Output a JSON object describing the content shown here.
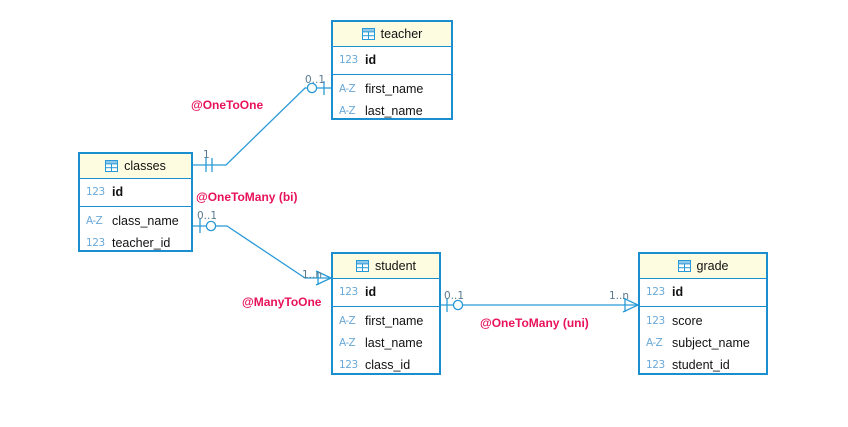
{
  "diagram": {
    "type": "er-diagram",
    "accent_border": "#1a8fd0",
    "header_fill": "#fdfbe0",
    "relation_label_color": "#e8125a",
    "cardinality_color": "#5a7a90",
    "type_glyph_color": "#6aa9d8",
    "background": "#ffffff"
  },
  "entities": [
    {
      "name": "teacher",
      "icon": "table-icon",
      "primary_keys": [
        {
          "type_glyph": "123",
          "type": "numeric",
          "name": "id"
        }
      ],
      "fields": [
        {
          "type_glyph": "A-Z",
          "type": "string",
          "name": "first_name"
        },
        {
          "type_glyph": "A-Z",
          "type": "string",
          "name": "last_name"
        }
      ]
    },
    {
      "name": "classes",
      "icon": "table-icon",
      "primary_keys": [
        {
          "type_glyph": "123",
          "type": "numeric",
          "name": "id"
        }
      ],
      "fields": [
        {
          "type_glyph": "A-Z",
          "type": "string",
          "name": "class_name"
        },
        {
          "type_glyph": "123",
          "type": "numeric",
          "name": "teacher_id"
        }
      ]
    },
    {
      "name": "student",
      "icon": "table-icon",
      "primary_keys": [
        {
          "type_glyph": "123",
          "type": "numeric",
          "name": "id"
        }
      ],
      "fields": [
        {
          "type_glyph": "A-Z",
          "type": "string",
          "name": "first_name"
        },
        {
          "type_glyph": "A-Z",
          "type": "string",
          "name": "last_name"
        },
        {
          "type_glyph": "123",
          "type": "numeric",
          "name": "class_id"
        }
      ]
    },
    {
      "name": "grade",
      "icon": "table-icon",
      "primary_keys": [
        {
          "type_glyph": "123",
          "type": "numeric",
          "name": "id"
        }
      ],
      "fields": [
        {
          "type_glyph": "123",
          "type": "numeric",
          "name": "score"
        },
        {
          "type_glyph": "A-Z",
          "type": "string",
          "name": "subject_name"
        },
        {
          "type_glyph": "123",
          "type": "numeric",
          "name": "student_id"
        }
      ]
    }
  ],
  "relationships": [
    {
      "label": "@OneToOne",
      "from": "classes",
      "to": "teacher",
      "from_cardinality": "1",
      "to_cardinality": "0..1"
    },
    {
      "label": "@OneToMany (bi)",
      "from": "classes",
      "to": "student",
      "from_cardinality": "0..1",
      "to_cardinality": "1..n"
    },
    {
      "label": "@ManyToOne",
      "from": "student",
      "to": "classes",
      "from_cardinality": "1..n",
      "to_cardinality": "0..1"
    },
    {
      "label": "@OneToMany (uni)",
      "from": "student",
      "to": "grade",
      "from_cardinality": "0..1",
      "to_cardinality": "1..n"
    }
  ]
}
